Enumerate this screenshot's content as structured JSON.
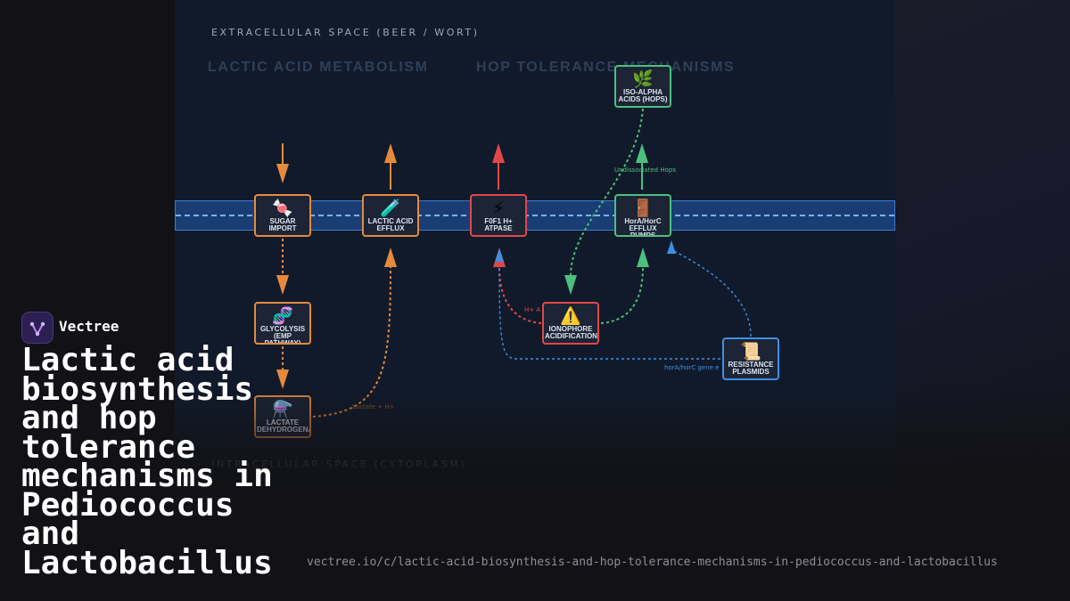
{
  "diagram": {
    "extracellular_label": "EXTRACELLULAR SPACE (BEER / WORT)",
    "intracellular_label": "INTRACELLULAR SPACE (CYTOPLASM)",
    "sections": {
      "lactic": "LACTIC ACID METABOLISM",
      "hop": "HOP TOLERANCE MECHANISMS"
    },
    "nodes": {
      "sugar_import": {
        "icon": "🍬",
        "label": "SUGAR IMPORT"
      },
      "lactic_efflux": {
        "icon": "🧪",
        "label": "LACTIC ACID EFFLUX"
      },
      "atpase": {
        "icon": "⚡",
        "label": "F0F1 H+ ATPASE"
      },
      "efflux_pumps": {
        "icon": "🚪",
        "label": "HorA/HorC EFFLUX PUMPS"
      },
      "iso_alpha": {
        "icon": "🌿",
        "label": "ISO-ALPHA ACIDS (HOPS)"
      },
      "glycolysis": {
        "icon": "🧬",
        "label": "GLYCOLYSIS (EMP PATHWAY)"
      },
      "ionophore": {
        "icon": "⚠️",
        "label": "IONOPHORE ACIDIFICATION"
      },
      "resistance": {
        "icon": "📜",
        "label": "RESISTANCE PLASMIDS"
      },
      "ldh": {
        "icon": "⚗️",
        "label": "LACTATE DEHYDROGENASE"
      }
    },
    "edge_labels": {
      "undissociated_hops": "Undissociated Hops",
      "h_plus": "H+ A",
      "gene": "horA/horC gene e",
      "lactate": "Lactate + H+"
    },
    "colors": {
      "orange": "#e58a3c",
      "red": "#e04848",
      "green": "#4cc07f",
      "blue": "#3f8fe0"
    }
  },
  "brand": {
    "name": "Vectree",
    "title": "Lactic acid biosynthesis and hop tolerance mechanisms in Pediococcus and Lactobacillus",
    "url": "vectree.io/c/lactic-acid-biosynthesis-and-hop-tolerance-mechanisms-in-pediococcus-and-lactobacillus"
  }
}
